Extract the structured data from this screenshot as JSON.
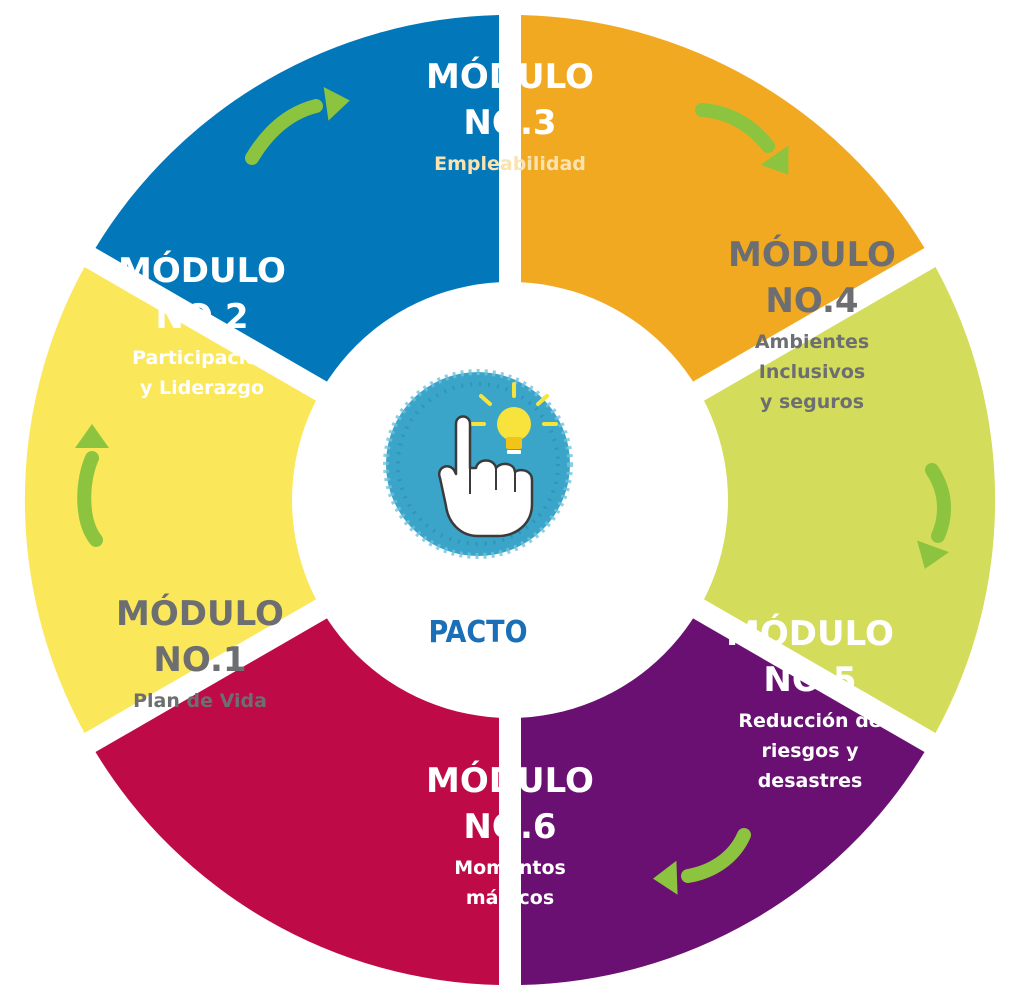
{
  "center": {
    "label": "PACTO",
    "label_color": "#1b6fb6",
    "icon": "hand-lightbulb-idea-icon",
    "icon_bg": "#3aa4c9",
    "bulb_color": "#f7e33b"
  },
  "arrow_color": "#8cc43f",
  "modules": [
    {
      "id": "1",
      "title": "MÓDULO",
      "number": "NO.1",
      "subtitle": [
        "Plan de Vida"
      ],
      "color": "#fbe75a",
      "title_color": "#6d6e71",
      "subtitle_color": "#6d6e71"
    },
    {
      "id": "2",
      "title": "MÓDULO",
      "number": "NO.2",
      "subtitle": [
        "Participación",
        "y Liderazgo"
      ],
      "color": "#0277ba",
      "title_color": "#ffffff",
      "subtitle_color": "#ffffff"
    },
    {
      "id": "3",
      "title": "MÓDULO",
      "number": "NO.3",
      "subtitle": [
        "Empleabilidad"
      ],
      "color": "#f2a922",
      "title_color": "#ffffff",
      "subtitle_color": "#fbe3b0"
    },
    {
      "id": "4",
      "title": "MÓDULO",
      "number": "NO.4",
      "subtitle": [
        "Ambientes",
        "Inclusivos",
        "y seguros"
      ],
      "color": "#d4dc5b",
      "title_color": "#6d6e71",
      "subtitle_color": "#6d6e71"
    },
    {
      "id": "5",
      "title": "MÓDULO",
      "number": "NO.5",
      "subtitle": [
        "Reducción de",
        "riesgos y",
        "desastres"
      ],
      "color": "#6a1073",
      "title_color": "#ffffff",
      "subtitle_color": "#ffffff"
    },
    {
      "id": "6",
      "title": "MÓDULO",
      "number": "NO.6",
      "subtitle": [
        "Momentos",
        "mágicos"
      ],
      "color": "#be0a46",
      "title_color": "#ffffff",
      "subtitle_color": "#ffffff"
    }
  ]
}
